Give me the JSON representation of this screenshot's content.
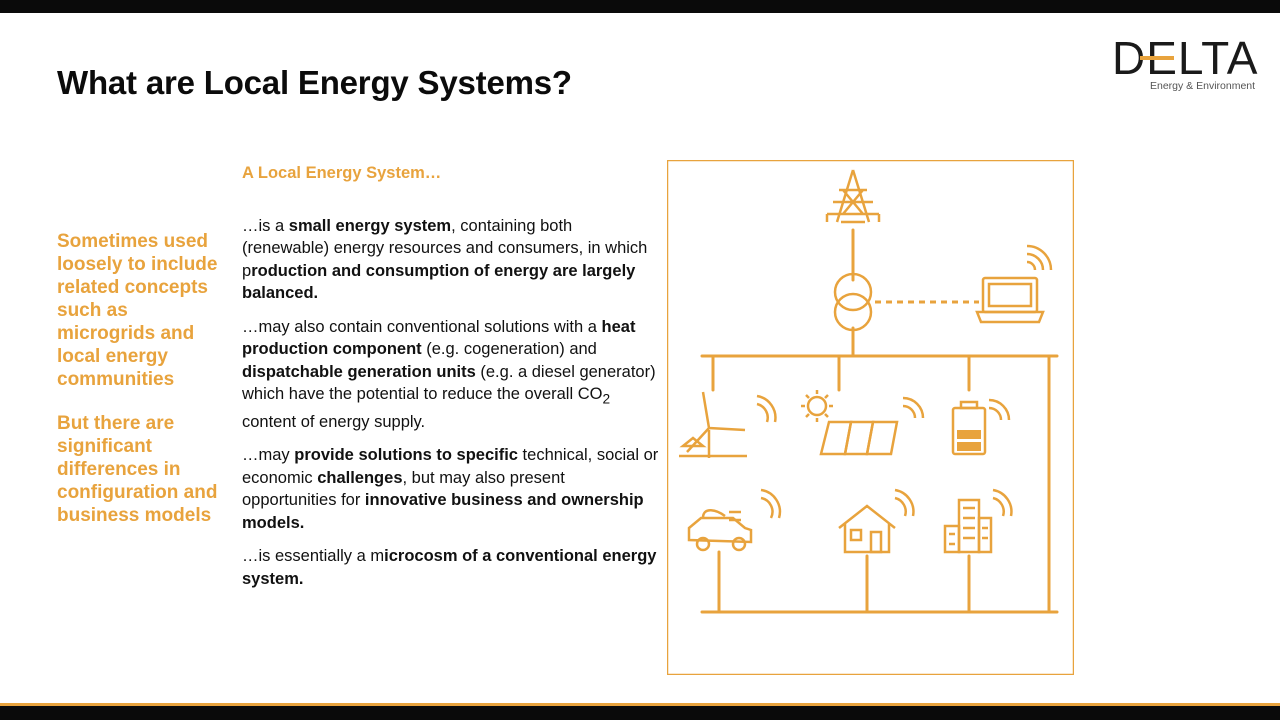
{
  "slide": {
    "title": "What are Local Energy Systems?"
  },
  "logo": {
    "word": "DELTA",
    "subtitle": "Energy & Environment"
  },
  "side_notes": [
    "Sometimes used loosely to include related concepts such as microgrids and local energy communities",
    "But there are significant differences in configuration and business models"
  ],
  "main": {
    "heading": "A Local Energy System…",
    "p1": {
      "a": "…is a ",
      "b1": "small energy system",
      "c": ", containing both (renewable) energy resources and consumers, in which p",
      "b2": "roduction and consumption of energy are largely balanced."
    },
    "p2": {
      "a": "…may also contain conventional solutions with a ",
      "b1": "heat production component",
      "c": " (e.g. cogeneration) and ",
      "b2": "dispatchable generation units",
      "d": " (e.g. a diesel generator) which have the potential to reduce the overall CO",
      "sub": "2",
      "e": " content of energy supply."
    },
    "p3": {
      "a": "…may ",
      "b1": "provide solutions to specific",
      "c": " technical, social or economic ",
      "b2": "challenges",
      "d": ", but may also present opportunities for ",
      "b3": "innovative business and ownership models."
    },
    "p4": {
      "a": "…is essentially a m",
      "b1": "icrocosm of a conventional energy system."
    }
  },
  "colors": {
    "accent": "#e8a33d",
    "text": "#111111",
    "bars": "#0a0a0a"
  },
  "diagram_icons": [
    "pylon-icon",
    "transformer-icon",
    "laptop-icon",
    "wind-turbine-icon",
    "solar-panel-icon",
    "battery-icon",
    "electric-car-icon",
    "house-icon",
    "buildings-icon",
    "signal-icon"
  ]
}
